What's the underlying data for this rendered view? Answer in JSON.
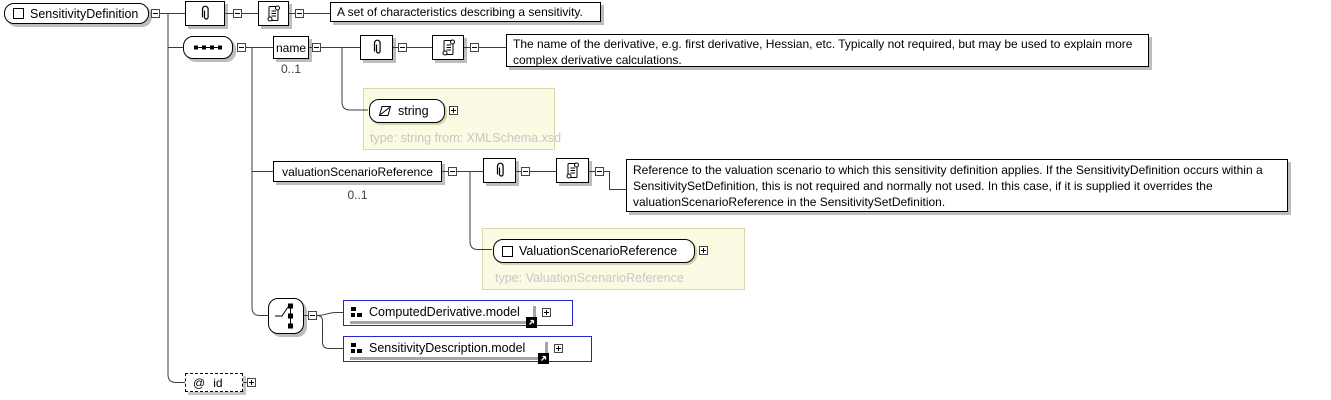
{
  "root": {
    "label": "SensitivityDefinition"
  },
  "docs": {
    "root": "A set of characteristics describing a sensitivity.",
    "name": "The name of the derivative, e.g. first derivative, Hessian, etc. Typically not required, but may be used to explain more complex derivative calculations.",
    "vsr": "Reference to the valuation scenario to which this sensitivity definition applies. If the SensitivityDefinition occurs within a SensitivitySetDefinition, this is not required and normally not used. In this case, if it is supplied it overrides the valuationScenarioReference in the SensitivitySetDefinition."
  },
  "elements": {
    "name": {
      "label": "name",
      "occurs": "0..1",
      "type": {
        "label": "string",
        "note": "type: string from: XMLSchema.xsd"
      }
    },
    "vsr": {
      "label": "valuationScenarioReference",
      "occurs": "0..1",
      "type": {
        "label": "ValuationScenarioReference",
        "note": "type: ValuationScenarioReference"
      }
    },
    "models": [
      {
        "label": "ComputedDerivative.model"
      },
      {
        "label": "SensitivityDescription.model"
      }
    ],
    "attribute": {
      "prefix": "@",
      "label": "id"
    }
  },
  "colors": {
    "model_border_blue": "#2626cc",
    "type_panel_yellow": "#fbfae3",
    "type_note_gray": "#c9c6c8",
    "shadow_gray": "#bdbdbd"
  }
}
